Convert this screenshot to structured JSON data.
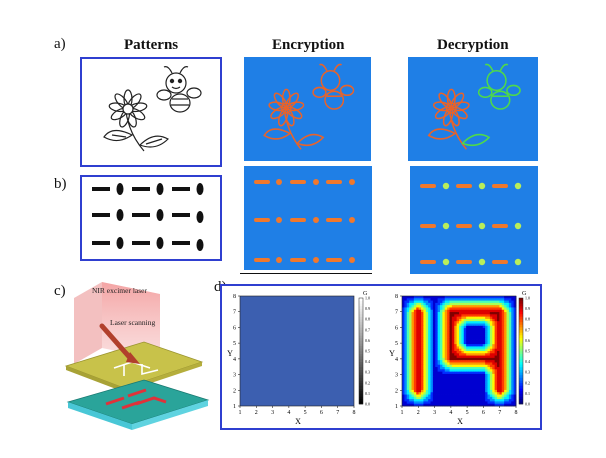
{
  "labels": {
    "a": "a)",
    "b": "b)",
    "c": "c)",
    "d": "d)"
  },
  "columns": {
    "patterns": "Patterns",
    "encryption": "Encryption",
    "decryption": "Decryption"
  },
  "schematic": {
    "laser": "NIR excimer laser",
    "scanning": "Laser scanning"
  },
  "colors": {
    "frame_blue": "#2f3fd0",
    "image_blue": "#1f7fe6",
    "encryption_stroke": "#e8632a",
    "decryption_stroke": "#4fd94a",
    "bar_orange": "#f0782c",
    "dot_green": "#b9ee5a"
  },
  "chart_data": [
    {
      "type": "heatmap",
      "title": "",
      "xlabel": "X",
      "ylabel": "Y",
      "xlim": [
        1,
        8
      ],
      "ylim": [
        1,
        8
      ],
      "x_ticks": [
        "1",
        "2",
        "3",
        "4",
        "5",
        "6",
        "7",
        "8"
      ],
      "y_ticks": [
        "1",
        "2",
        "3",
        "4",
        "5",
        "6",
        "7",
        "8"
      ],
      "colorbar_label": "G",
      "colorbar_ticks": [
        "0.0",
        "0.1",
        "0.2",
        "0.3",
        "0.4",
        "0.5",
        "0.6",
        "0.7",
        "0.8",
        "0.9",
        "1.0"
      ],
      "colormap": "grayscale",
      "uniform_value": 0.05
    },
    {
      "type": "heatmap",
      "title": "",
      "xlabel": "X",
      "ylabel": "Y",
      "xlim": [
        1,
        8
      ],
      "ylim": [
        1,
        8
      ],
      "x_ticks": [
        "1",
        "2",
        "3",
        "4",
        "5",
        "6",
        "7",
        "8"
      ],
      "y_ticks": [
        "1",
        "2",
        "3",
        "4",
        "5",
        "6",
        "7",
        "8"
      ],
      "colorbar_label": "G",
      "colorbar_ticks": [
        "0.0",
        "0.1",
        "0.2",
        "0.3",
        "0.4",
        "0.5",
        "0.6",
        "0.7",
        "0.8",
        "0.9",
        "1.0"
      ],
      "colormap": "jet",
      "pattern": "19",
      "grid_values": [
        [
          0,
          0,
          0,
          0,
          0,
          0,
          0,
          0
        ],
        [
          0,
          1,
          0,
          1,
          1,
          1,
          1,
          0
        ],
        [
          0,
          1,
          0,
          1,
          0,
          0,
          1,
          0
        ],
        [
          0,
          1,
          0,
          1,
          0,
          0,
          1,
          0
        ],
        [
          0,
          1,
          0,
          1,
          1,
          1,
          1,
          0
        ],
        [
          0,
          1,
          0,
          0,
          0,
          0,
          1,
          0
        ],
        [
          0,
          1,
          0,
          0,
          0,
          0,
          1,
          0
        ],
        [
          0,
          0,
          0,
          0,
          0,
          0,
          0,
          0
        ]
      ]
    }
  ]
}
